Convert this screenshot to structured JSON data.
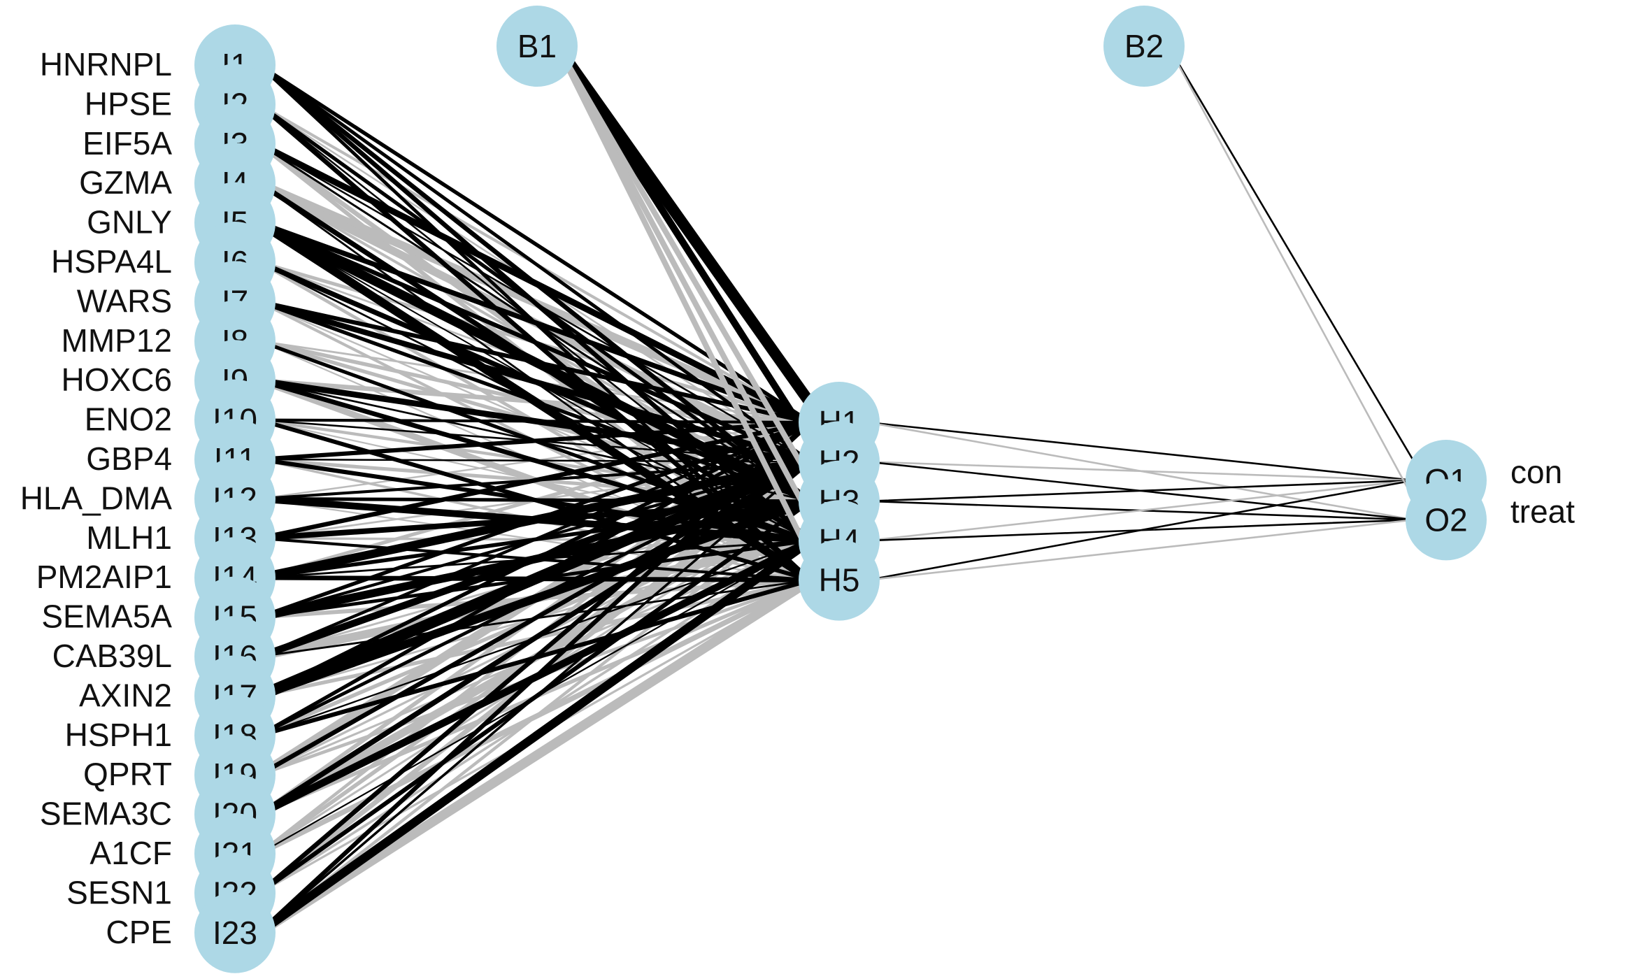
{
  "network": {
    "input_features": [
      "HNRNPL",
      "HPSE",
      "EIF5A",
      "GZMA",
      "GNLY",
      "HSPA4L",
      "WARS",
      "MMP12",
      "HOXC6",
      "ENO2",
      "GBP4",
      "HLA_DMA",
      "MLH1",
      "PM2AIP1",
      "SEMA5A",
      "CAB39L",
      "AXIN2",
      "HSPH1",
      "QPRT",
      "SEMA3C",
      "A1CF",
      "SESN1",
      "CPE"
    ],
    "input_nodes": [
      "I1",
      "I2",
      "I3",
      "I4",
      "I5",
      "I6",
      "I7",
      "I8",
      "I9",
      "I10",
      "I11",
      "I12",
      "I13",
      "I14",
      "I15",
      "I16",
      "I17",
      "I18",
      "I19",
      "I20",
      "I21",
      "I22",
      "I23"
    ],
    "hidden_nodes": [
      "H1",
      "H2",
      "H3",
      "H4",
      "H5"
    ],
    "output_nodes": [
      "O1",
      "O2"
    ],
    "output_labels": [
      "con",
      "treat"
    ],
    "bias_nodes": [
      "B1",
      "B2"
    ],
    "edge_colors": {
      "positive": "#000000",
      "negative": "#bbbbbb"
    },
    "node_color": "#add8e6"
  }
}
